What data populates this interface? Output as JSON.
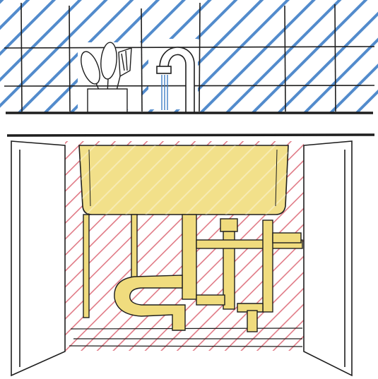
{
  "scene": {
    "colors": {
      "ink": "#1e1e1e",
      "tile_hatch": "#3f7ec6",
      "cabinet_hatch": "#e07a86",
      "sink_fill": "#f2e08a",
      "pipe_fill": "#f0dc7e",
      "background": "#ffffff"
    },
    "items": [
      "tiled-backsplash",
      "utensil-holder",
      "faucet",
      "countertop",
      "sink-basin",
      "drain-pipes",
      "water-supply-lines",
      "cabinet-doors"
    ]
  }
}
